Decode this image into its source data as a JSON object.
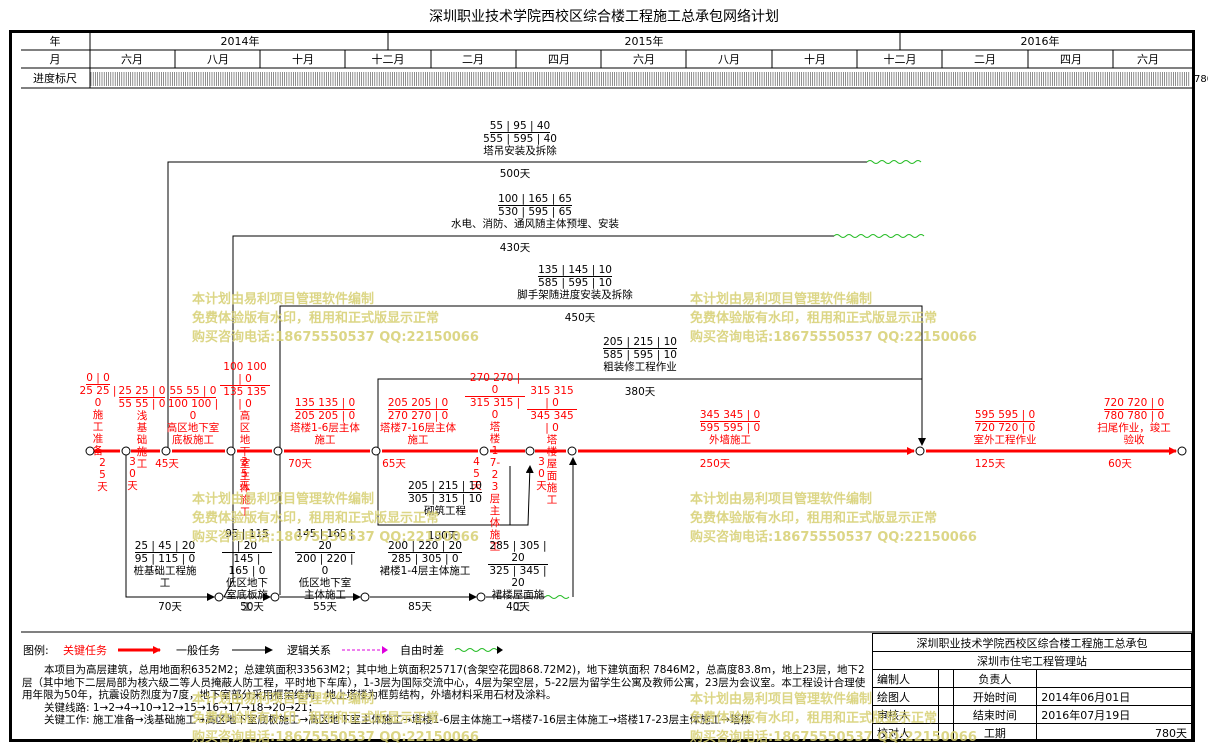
{
  "title": "深圳职业技术学院西校区综合楼工程施工总承包网络计划",
  "header": {
    "year_label": "年",
    "month_label": "月",
    "scale_label": "进度标尺",
    "scale_end": "780",
    "years": [
      "2014年",
      "2015年",
      "2016年"
    ],
    "months": [
      "六月",
      "八月",
      "十月",
      "十二月",
      "二月",
      "四月",
      "六月",
      "八月",
      "十月",
      "十二月",
      "二月",
      "四月",
      "六月"
    ]
  },
  "critical_tasks": [
    {
      "top": "0 | 0",
      "bottom": "25 25 | 0",
      "name": "施工准备",
      "dur": "25天"
    },
    {
      "top": "25 25 | 0",
      "bottom": "55 55 | 0",
      "name": "浅基础施工",
      "dur": "30天"
    },
    {
      "top": "55 55 | 0",
      "bottom": "100 100 | 0",
      "name": "高区地下室底板施工",
      "dur": "45天"
    },
    {
      "top": "100 100 | 0",
      "bottom": "135 135 | 0",
      "name": "高区地下室主体施工",
      "dur": "35天"
    },
    {
      "top": "135 135 | 0",
      "bottom": "205 205 | 0",
      "name": "塔楼1-6层主体施工",
      "dur": "70天"
    },
    {
      "top": "205 205 | 0",
      "bottom": "270 270 | 0",
      "name": "塔楼7-16层主体施工",
      "dur": "65天"
    },
    {
      "top": "270 270 | 0",
      "bottom": "315 315 | 0",
      "name": "塔楼17-23层主体施工",
      "dur": "45天"
    },
    {
      "top": "315 315 | 0",
      "bottom": "345 345 | 0",
      "name": "塔楼屋面施工",
      "dur": "30天"
    },
    {
      "top": "345 345 | 0",
      "bottom": "595 595 | 0",
      "name": "外墙施工",
      "dur": "250天"
    },
    {
      "top": "595 595 | 0",
      "bottom": "720 720 | 0",
      "name": "室外工程作业",
      "dur": "125天"
    },
    {
      "top": "720 720 | 0",
      "bottom": "780 780 | 0",
      "name": "扫尾作业，竣工验收",
      "dur": "60天"
    }
  ],
  "upper_tasks": [
    {
      "top": "55 | 95 | 40",
      "bottom": "555 | 595 | 40",
      "name": "塔吊安装及拆除",
      "dur": "500天"
    },
    {
      "top": "100 | 165 | 65",
      "bottom": "530 | 595 | 65",
      "name": "水电、消防、通风随主体预埋、安装",
      "dur": "430天"
    },
    {
      "top": "135 | 145 | 10",
      "bottom": "585 | 595 | 10",
      "name": "脚手架随进度安装及拆除",
      "dur": "450天"
    },
    {
      "top": "205 | 215 | 10",
      "bottom": "585 | 595 | 10",
      "name": "粗装修工程作业",
      "dur": "380天"
    }
  ],
  "lower_tasks": [
    {
      "top": "205 | 215 | 10",
      "bottom": "305 | 315 | 10",
      "name": "砌筑工程",
      "dur": "100天"
    },
    {
      "top": "25 | 45 | 20",
      "bottom": "95 | 115 | 0",
      "name": "桩基础工程施工",
      "dur": "70天"
    },
    {
      "top": "95 | 115 | 20",
      "bottom": "145 | 165 | 0",
      "name": "低区地下室底板施工",
      "dur": "50天"
    },
    {
      "top": "145 | 165 | 20",
      "bottom": "200 | 220 | 0",
      "name": "低区地下室主体施工",
      "dur": "55天"
    },
    {
      "top": "200 | 220 | 20",
      "bottom": "285 | 305 | 0",
      "name": "裙楼1-4层主体施工",
      "dur": "85天"
    },
    {
      "top": "285 | 305 | 20",
      "bottom": "325 | 345 | 20",
      "name": "裙楼屋面施工",
      "dur": "40天"
    }
  ],
  "watermark": [
    "本计划由易利项目管理软件编制",
    "免费体验版有水印，租用和正式版显示正常",
    "购买咨询电话:18675550537 QQ:22150066"
  ],
  "legend": {
    "label": "图例:",
    "critical": "关键任务",
    "normal": "一般任务",
    "logic": "逻辑关系",
    "free_float": "自由时差"
  },
  "notes": {
    "line1": "本项目为高层建筑，总用地面积6352M2；总建筑面积33563M2；其中地上筑面积25717(含架空花园868.72M2)，地下建筑面积 7846M2，总高度83.8m，地上23层，地下2层（其中地下二层局部为核六级二等人员掩蔽人防工程，平时地下车库），1-3层为国际交流中心，4层为架空层，5-22层为留学生公寓及教师公寓，23层为会议室。本工程设计合理使用年限为50年，抗震设防烈度为7度，地下室部分采用框架结构，地上塔楼为框剪结构，外墙材料采用石材及涂料。",
    "route": "关键线路: 1→2→4→10→12→15→16→17→18→20→21；",
    "work": "关键工作: 施工准备→浅基础施工→高区地下室底板施工→高区地下室主体施工→塔楼1-6层主体施工→塔楼7-16层主体施工→塔楼17-23层主体施工→塔楼"
  },
  "info": {
    "company": "深圳职业技术学院西校区综合楼工程施工总承包",
    "agency": "深圳市住宅工程管理站",
    "editor_label": "编制人",
    "owner_label": "负责人",
    "drawer_label": "绘图人",
    "start_label": "开始时间",
    "start_value": "2014年06月01日",
    "reviewer_label": "审核人",
    "end_label": "结束时间",
    "end_value": "2016年07月19日",
    "checker_label": "校对人",
    "period_label": "工期",
    "period_value": "780天"
  }
}
